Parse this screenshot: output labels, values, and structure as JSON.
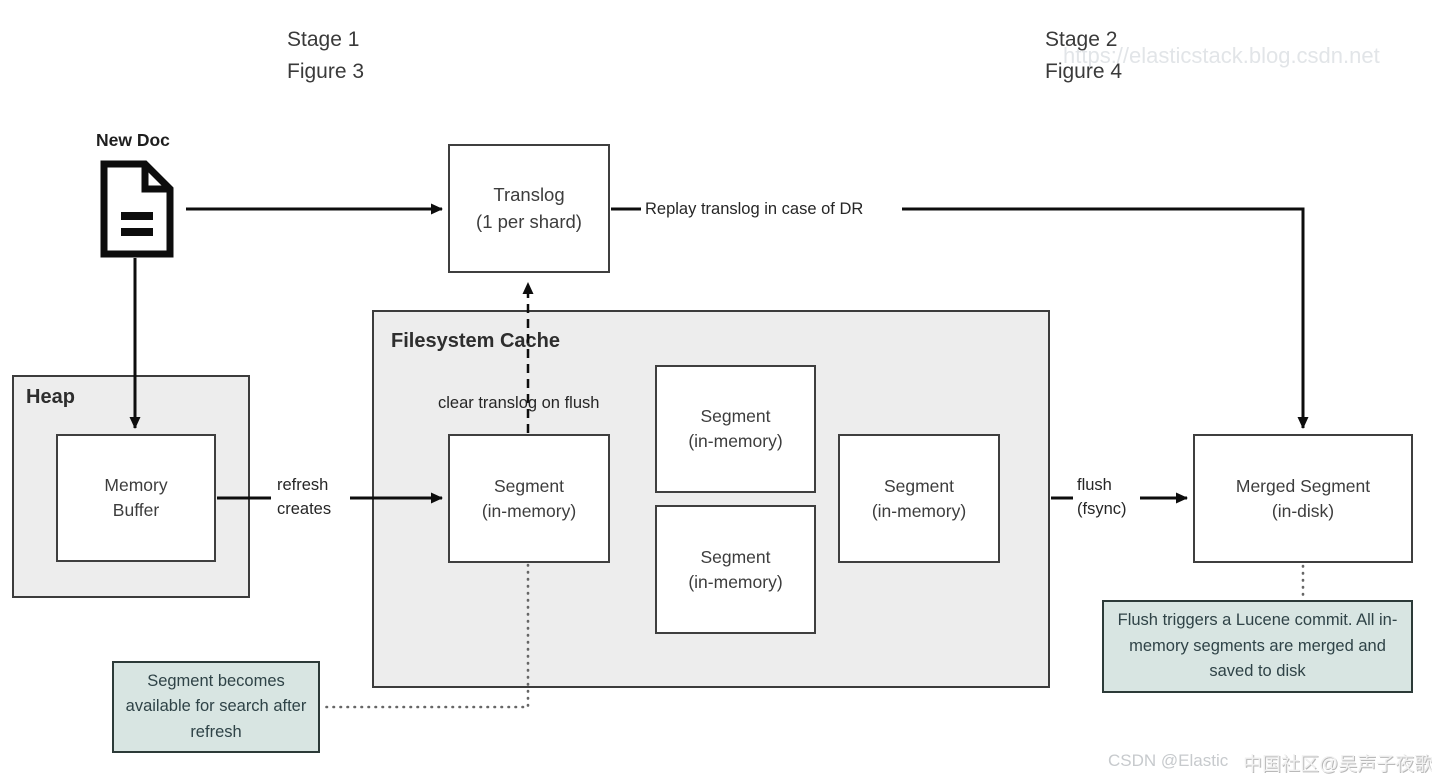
{
  "meta": {
    "stage1": "Stage 1\nFigure 3",
    "stage2": "Stage 2\nFigure 4"
  },
  "watermarks": {
    "top": "https://elasticstack.blog.csdn.net",
    "bottom_left": "CSDN @Elastic",
    "bottom_right": "中国社区@吴声子夜歌"
  },
  "nodes": {
    "new_doc": "New Doc",
    "translog": "Translog\n(1 per shard)",
    "heap": "Heap",
    "memory_buffer": "Memory\nBuffer",
    "filesystem_cache": "Filesystem Cache",
    "segment_in_memory": "Segment\n(in-memory)",
    "merged_segment": "Merged Segment\n(in-disk)"
  },
  "edges": {
    "replay": "Replay translog in case of DR",
    "refresh": "refresh\ncreates",
    "clear_translog": "clear translog on flush",
    "flush": "flush\n(fsync)"
  },
  "notes": {
    "search": "Segment becomes available for search after refresh",
    "flush_commit": "Flush triggers a Lucene commit. All in-memory segments are merged and saved to disk"
  },
  "colors": {
    "container_fill": "#ededed",
    "note_fill": "#d8e5e2",
    "note_border": "#2c3a38",
    "box_border": "#3f3f3f",
    "line": "#111111",
    "dotted_line": "#666666",
    "watermark": "#e2e5e8"
  }
}
